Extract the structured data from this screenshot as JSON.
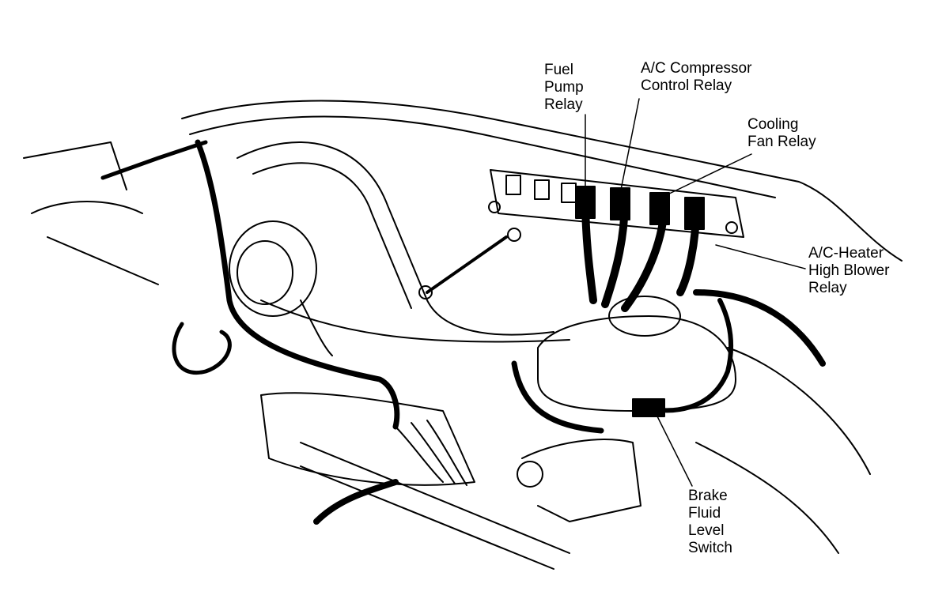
{
  "labels": {
    "fuel_pump_relay": [
      "Fuel",
      "Pump",
      "Relay"
    ],
    "ac_compressor_control_relay": [
      "A/C Compressor",
      "Control Relay"
    ],
    "cooling_fan_relay": [
      "Cooling",
      "Fan Relay"
    ],
    "ac_heater_high_blower_relay": [
      "A/C-Heater",
      "High Blower",
      "Relay"
    ],
    "brake_fluid_level_switch": [
      "Brake",
      "Fluid",
      "Level",
      "Switch"
    ]
  },
  "colors": {
    "ink": "#000000",
    "paper": "#ffffff"
  }
}
